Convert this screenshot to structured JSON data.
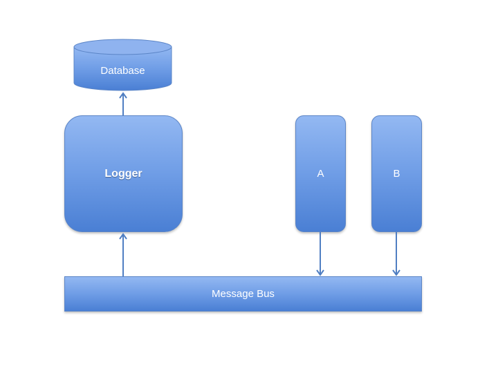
{
  "diagram": {
    "nodes": {
      "database": {
        "label": "Database",
        "shape": "cylinder"
      },
      "logger": {
        "label": "Logger",
        "shape": "rounded-rectangle"
      },
      "a": {
        "label": "A",
        "shape": "rounded-rectangle"
      },
      "b": {
        "label": "B",
        "shape": "rounded-rectangle"
      },
      "bus": {
        "label": "Message Bus",
        "shape": "rectangle"
      }
    },
    "edges": [
      {
        "from": "logger",
        "to": "database"
      },
      {
        "from": "bus",
        "to": "logger"
      },
      {
        "from": "a",
        "to": "bus"
      },
      {
        "from": "b",
        "to": "bus"
      }
    ],
    "colors": {
      "fill_top": "#93b8f2",
      "fill_bottom": "#4a7fd4",
      "stroke": "#5a84c6",
      "arrow": "#4f7ec2",
      "text": "#ffffff"
    }
  }
}
